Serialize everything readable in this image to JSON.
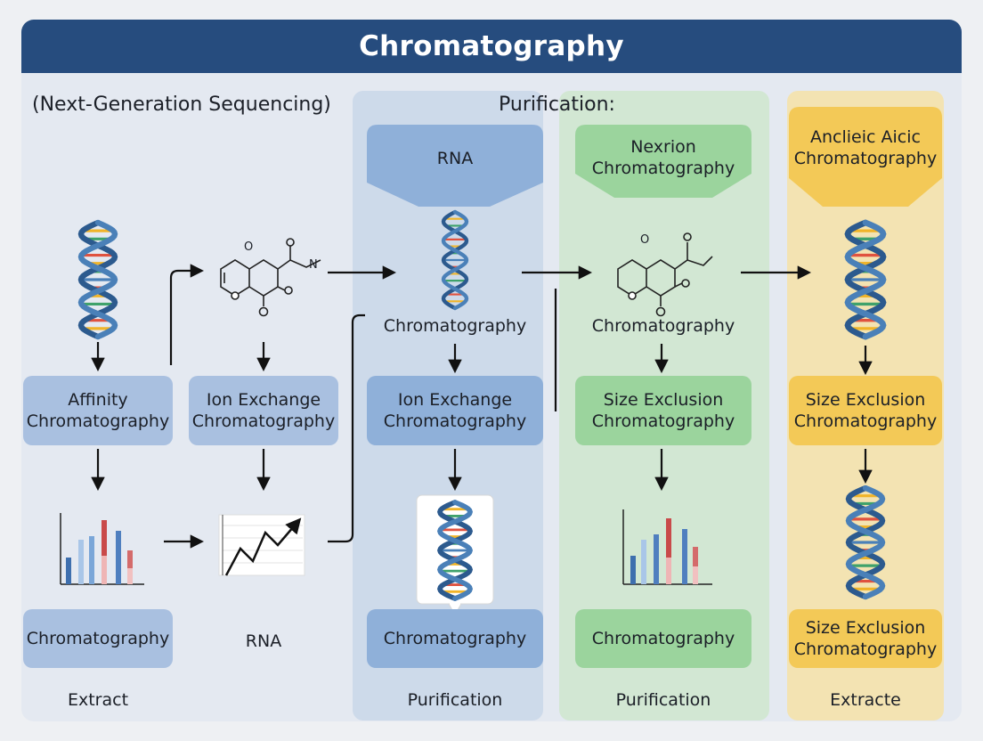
{
  "title": "Chromatography",
  "section_left": "(Next-Generation Sequencing)",
  "section_center": "Purification:",
  "headers": {
    "rna": "RNA",
    "green": "Nexrion Chromatography",
    "yellow": "Anclieic Aicic Chromatography"
  },
  "molecule_labels": {
    "o": "O",
    "n": "N"
  },
  "mid_labels": {
    "blue": "Chromatography",
    "green": "Chromatography"
  },
  "method_boxes": {
    "affinity": "Affinity Chromatography",
    "ion1": "Ion Exchange Chromatography",
    "ion2": "Ion Exchange Chromatography",
    "size1": "Size Exclusion Chromatography",
    "size2": "Size Exclusion Chromatography",
    "size3": "Size Exclusion Chromatography"
  },
  "result_labels": {
    "col1": "Chromatography",
    "col2": "RNA",
    "col3": "Chromatography",
    "col4": "Chromatography"
  },
  "footer_labels": [
    "Extract",
    "Purification",
    "Purification",
    "Extracte"
  ],
  "colors": {
    "title_bar": "#264c7e",
    "blue": "#a9c0e0",
    "green": "#9bd49d",
    "yellow": "#f3c957",
    "helix_a": "#4a80b8",
    "helix_b": "#2c5a8e"
  },
  "icons": [
    "dna-helix-icon",
    "molecule-structure-icon",
    "bar-chart-icon",
    "line-chart-icon"
  ]
}
